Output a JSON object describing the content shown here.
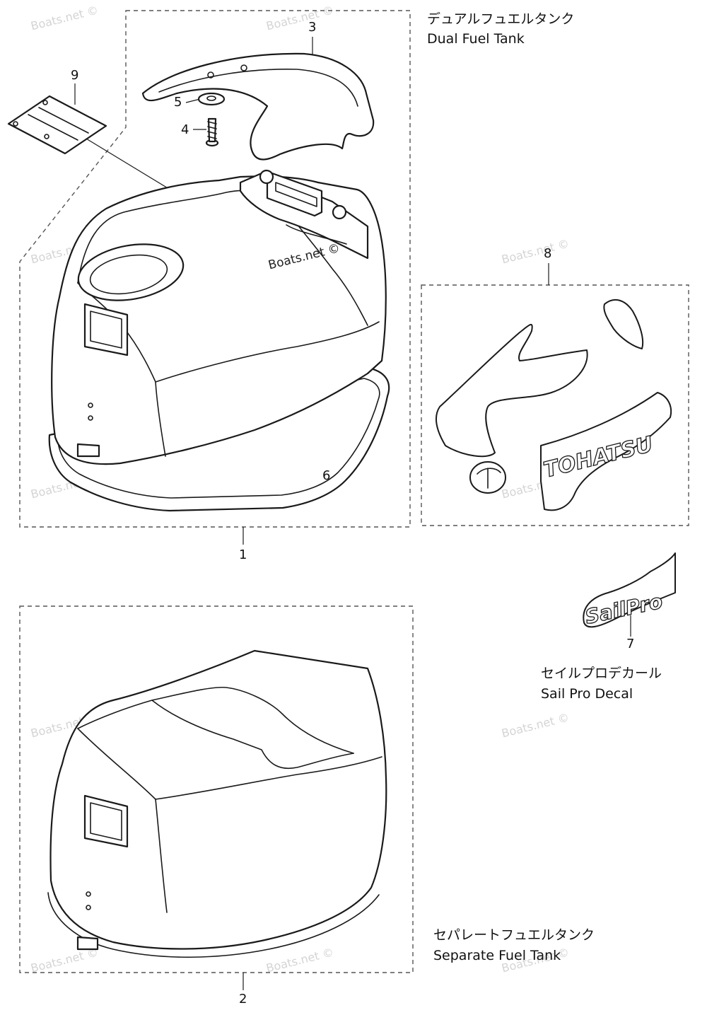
{
  "labels": {
    "dual_jp": "デュアルフュエルタンク",
    "dual_en": "Dual Fuel Tank",
    "sailpro_jp": "セイルプロデカール",
    "sailpro_en": "Sail Pro Decal",
    "separate_jp": "セパレートフュエルタンク",
    "separate_en": "Separate Fuel Tank"
  },
  "callouts": [
    "1",
    "2",
    "3",
    "4",
    "5",
    "6",
    "7",
    "8",
    "9"
  ],
  "decal_text": {
    "brand": "TOHATSU",
    "sail_pro": "SailPro"
  },
  "watermark": "Boats.net ©",
  "colors": {
    "line": "#1a1a1a",
    "watermark": "#d4d4d4",
    "background": "#ffffff"
  }
}
